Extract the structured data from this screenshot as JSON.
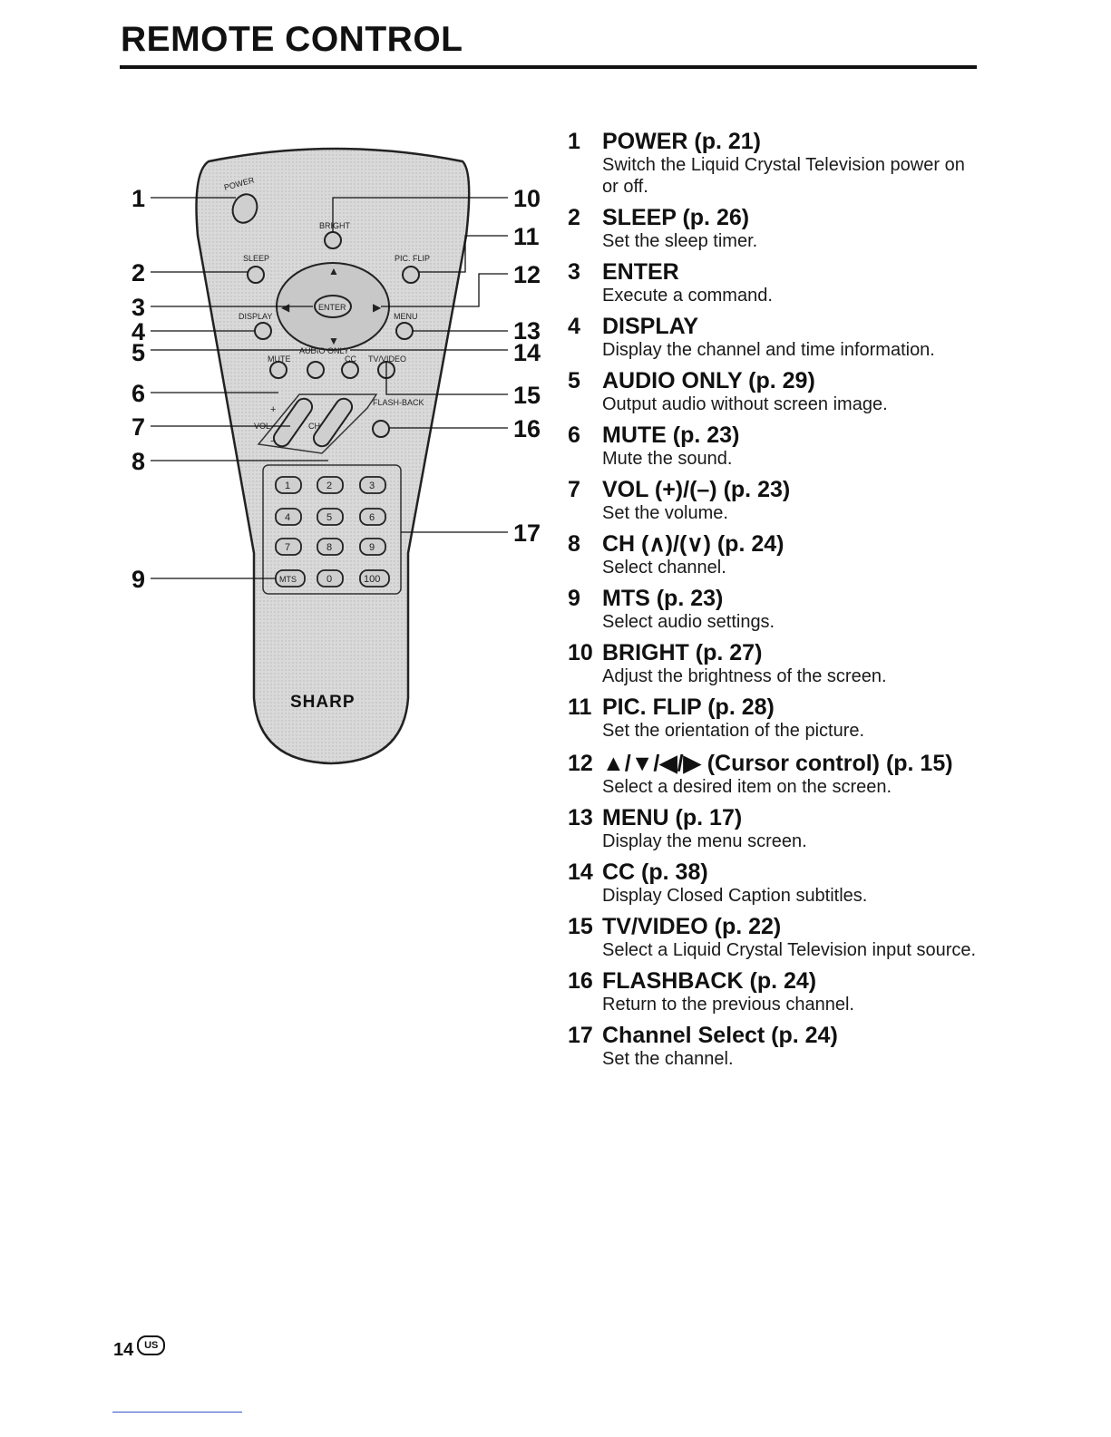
{
  "page": {
    "title": "REMOTE CONTROL",
    "page_number": "14",
    "region_badge": "US"
  },
  "remote": {
    "brand": "SHARP",
    "button_labels": {
      "power": "POWER",
      "bright": "BRIGHT",
      "sleep": "SLEEP",
      "pic_flip": "PIC. FLIP",
      "enter": "ENTER",
      "display": "DISPLAY",
      "menu": "MENU",
      "mute": "MUTE",
      "audio_only": "AUDIO ONLY",
      "cc": "CC",
      "tv_video": "TV/VIDEO",
      "flashback": "FLASH-BACK",
      "vol": "VOL",
      "ch": "CH",
      "plus": "+",
      "minus": "−",
      "mts": "MTS",
      "keys": [
        "1",
        "2",
        "3",
        "4",
        "5",
        "6",
        "7",
        "8",
        "9",
        "0",
        "100"
      ]
    },
    "callouts_left": [
      "1",
      "2",
      "3",
      "4",
      "5",
      "6",
      "7",
      "8",
      "9"
    ],
    "callouts_right": [
      "10",
      "11",
      "12",
      "13",
      "14",
      "15",
      "16",
      "17"
    ]
  },
  "legend": [
    {
      "num": "1",
      "title": "POWER (p. 21)",
      "desc": "Switch the Liquid Crystal Television power on or off."
    },
    {
      "num": "2",
      "title": "SLEEP (p. 26)",
      "desc": "Set the sleep timer."
    },
    {
      "num": "3",
      "title": "ENTER",
      "desc": "Execute a command."
    },
    {
      "num": "4",
      "title": "DISPLAY",
      "desc": "Display the channel and time information."
    },
    {
      "num": "5",
      "title": "AUDIO ONLY (p. 29)",
      "desc": "Output audio without screen image."
    },
    {
      "num": "6",
      "title": "MUTE (p. 23)",
      "desc": "Mute the sound."
    },
    {
      "num": "7",
      "title": "VOL (+)/(–) (p. 23)",
      "desc": "Set the volume."
    },
    {
      "num": "8",
      "title": "CH (∧)/(∨) (p. 24)",
      "desc": "Select channel."
    },
    {
      "num": "9",
      "title": "MTS (p. 23)",
      "desc": "Select audio settings."
    },
    {
      "num": "10",
      "title": "BRIGHT (p. 27)",
      "desc": "Adjust the brightness of the screen."
    },
    {
      "num": "11",
      "title": "PIC. FLIP (p. 28)",
      "desc": "Set the orientation of the picture."
    },
    {
      "num": "12",
      "title": "▲/▼/◀/▶ (Cursor control) (p. 15)",
      "desc": "Select a desired item on the screen."
    },
    {
      "num": "13",
      "title": "MENU (p. 17)",
      "desc": "Display the menu screen."
    },
    {
      "num": "14",
      "title": "CC (p. 38)",
      "desc": "Display Closed Caption subtitles."
    },
    {
      "num": "15",
      "title": "TV/VIDEO (p. 22)",
      "desc": "Select a Liquid Crystal Television input source."
    },
    {
      "num": "16",
      "title": "FLASHBACK (p. 24)",
      "desc": "Return to the previous channel."
    },
    {
      "num": "17",
      "title": "Channel Select (p. 24)",
      "desc": "Set the channel."
    }
  ]
}
